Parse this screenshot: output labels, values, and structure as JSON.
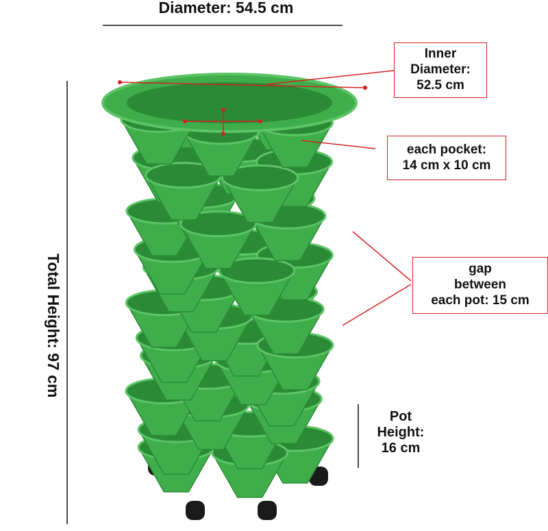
{
  "annotations": {
    "diameter": "Diameter: 54.5 cm",
    "total_height": "Total Height: 97 cm",
    "inner_diameter": [
      "Inner",
      "Diameter:",
      "52.5 cm"
    ],
    "pocket": [
      "each pocket:",
      "14 cm x 10 cm"
    ],
    "gap": [
      "gap",
      "between",
      "each pot: 15 cm"
    ],
    "pot_height": [
      "Pot",
      "Height:",
      "16 cm"
    ]
  },
  "colors": {
    "planter_green": "#3fae4a",
    "planter_dark": "#2a8a35",
    "annotation_red": "#d42020",
    "wheel": "#1a1a1a"
  }
}
